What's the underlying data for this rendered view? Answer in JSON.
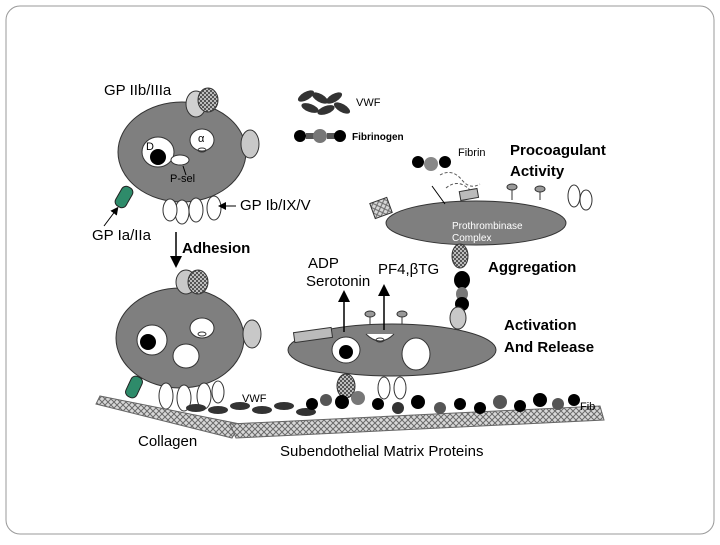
{
  "labels": {
    "gp_iibiiia": "GP IIb/IIIa",
    "vwf_legend": "VWF",
    "fibrinogen_legend": "Fibrinogen",
    "d": "D",
    "alpha": "α",
    "p_sel": "P-sel",
    "gp_ibixv": "GP Ib/IX/V",
    "gp_iaiia": "GP Ia/IIa",
    "adhesion": "Adhesion",
    "fibrin": "Fibrin",
    "procoag_1": "Procoagulant",
    "procoag_2": "Activity",
    "prothrombinase_1": "Prothrombinase",
    "prothrombinase_2": "Complex",
    "adp": "ADP",
    "serotonin": "Serotonin",
    "pf4": "PF4,βTG",
    "aggregation": "Aggregation",
    "activation_1": "Activation",
    "activation_2": "And Release",
    "vwf_bottom": "VWF",
    "fib": "Fib",
    "collagen": "Collagen",
    "subendothelial": "Subendothelial Matrix Proteins"
  },
  "colors": {
    "platelet": "#7f7f7f",
    "granule": "#ffffff",
    "dense_granule": "#000000",
    "receptor_green": "#2e8b6a",
    "collagen": "#9a9a9a"
  }
}
